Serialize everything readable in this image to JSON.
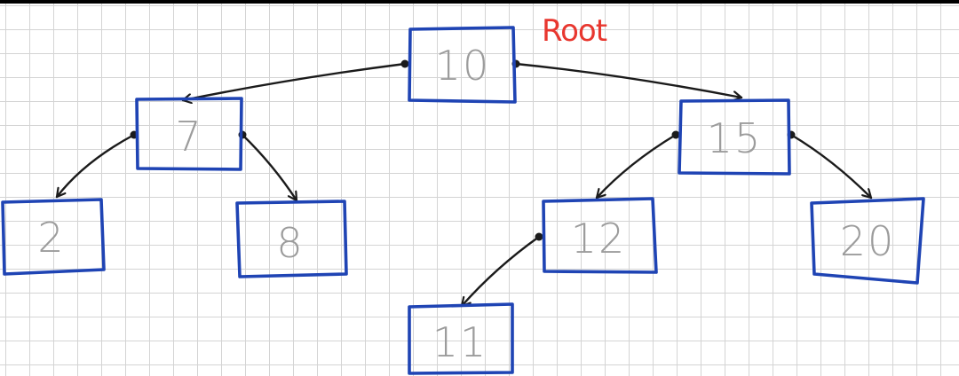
{
  "root_annotation": "Root",
  "colors": {
    "box": "#1f44b4",
    "value": "#9c9c9c",
    "edge": "#1b1b1b",
    "annotation": "#e8372f",
    "grid": "#d4d4d4"
  },
  "tree": {
    "nodes": [
      {
        "id": "n10",
        "value": "10"
      },
      {
        "id": "n7",
        "value": "7"
      },
      {
        "id": "n15",
        "value": "15"
      },
      {
        "id": "n2",
        "value": "2"
      },
      {
        "id": "n8",
        "value": "8"
      },
      {
        "id": "n12",
        "value": "12"
      },
      {
        "id": "n20",
        "value": "20"
      },
      {
        "id": "n11",
        "value": "11"
      }
    ],
    "edges": [
      {
        "from": "10",
        "to": "7"
      },
      {
        "from": "10",
        "to": "15"
      },
      {
        "from": "7",
        "to": "2"
      },
      {
        "from": "7",
        "to": "8"
      },
      {
        "from": "15",
        "to": "12"
      },
      {
        "from": "15",
        "to": "20"
      },
      {
        "from": "12",
        "to": "11"
      }
    ]
  }
}
